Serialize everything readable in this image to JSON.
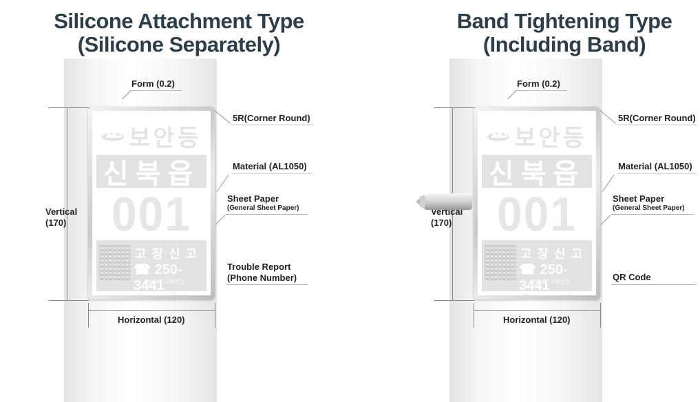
{
  "left": {
    "title_line1": "Silicone Attachment Type",
    "title_line2": "(Silicone Separately)",
    "labels": {
      "form": "Form (0.2)",
      "corner": "5R(Corner Round)",
      "material": "Material (AL1050)",
      "sheet": "Sheet Paper",
      "sheet_sub": "(General Sheet Paper)",
      "report1": "Trouble Report",
      "report2": "(Phone Number)",
      "vertical1": "Vertical",
      "vertical2": "(170)",
      "horizontal": "Horizontal (120)"
    }
  },
  "right": {
    "title_line1": "Band Tightening Type",
    "title_line2": "(Including Band)",
    "labels": {
      "form": "Form (0.2)",
      "corner": "5R(Corner Round)",
      "material": "Material (AL1050)",
      "sheet": "Sheet Paper",
      "sheet_sub": "(General Sheet Paper)",
      "qr": "QR Code",
      "vertical1": "Vertical",
      "vertical2": "(170)",
      "horizontal": "Horizontal (120)"
    }
  },
  "plate": {
    "top_text": "보안등",
    "band_text": "신북읍",
    "number": "001",
    "report_title": "고장신고",
    "phone": "☎ 250-3441",
    "note": "← QR코드 고장신고"
  }
}
